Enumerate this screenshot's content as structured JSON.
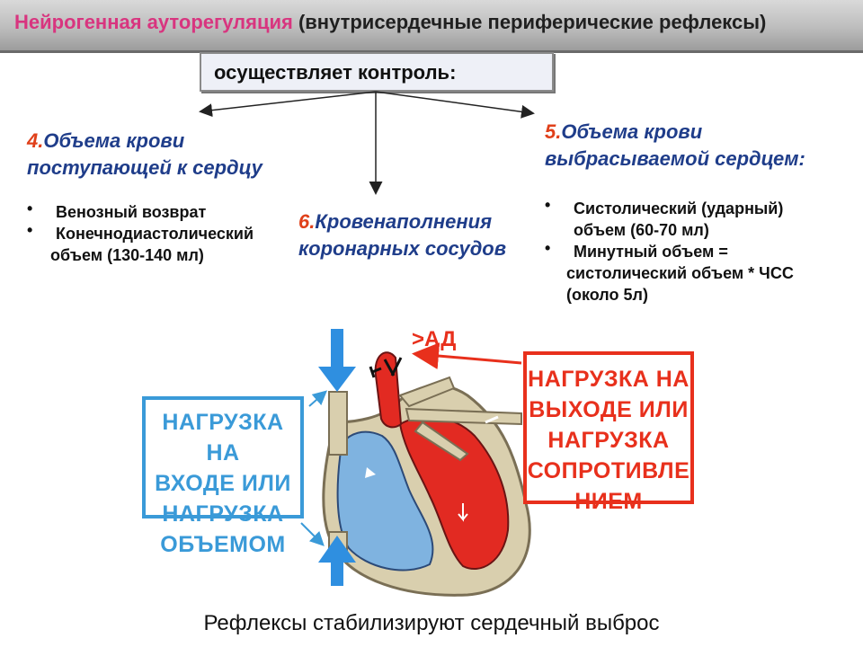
{
  "header": {
    "title_accent": "Нейрогенная ауторегуляция",
    "title_rest": " (внутрисердечные периферические рефлексы)"
  },
  "control_label": "осуществляет контроль:",
  "left": {
    "num": "4.",
    "heading_line1": "Объема крови",
    "heading_line2": "поступающей к сердцу",
    "items": [
      {
        "text": "Венозный возврат"
      },
      {
        "text": "Конечнодиастолический",
        "cont": "объем (130-140 мл)"
      }
    ]
  },
  "center": {
    "num": "6.",
    "heading_line1": "Кровенаполнения",
    "heading_line2": "коронарных сосудов"
  },
  "right": {
    "num": "5.",
    "heading_line1": "Объема крови",
    "heading_line2": "выбрасываемой сердцем:",
    "items": [
      {
        "text": "Систолический (ударный)",
        "cont": "объем (60-70 мл)"
      },
      {
        "text": "Минутный объем =",
        "cont": "систолический объем * ЧСС",
        "cont2": "(около 5л)"
      }
    ]
  },
  "load_in": {
    "line1": "НАГРУЗКА НА",
    "line2": "ВХОДЕ ИЛИ",
    "line3": "НАГРУЗКА",
    "line4": "ОБЪЕМОМ"
  },
  "load_out": {
    "line1": "НАГРУЗКА НА",
    "line2": "ВЫХОДЕ ИЛИ",
    "line3": "НАГРУЗКА",
    "line4": "СОПРОТИВЛЕ",
    "line5": "НИЕМ"
  },
  "ad_label": ">АД",
  "caption": "Рефлексы стабилизируют сердечный выброс",
  "colors": {
    "accent_pink": "#d8357f",
    "heading_blue": "#1f3d8a",
    "number_red": "#e0401a",
    "load_blue": "#3a9ad8",
    "load_red": "#e8301c"
  }
}
